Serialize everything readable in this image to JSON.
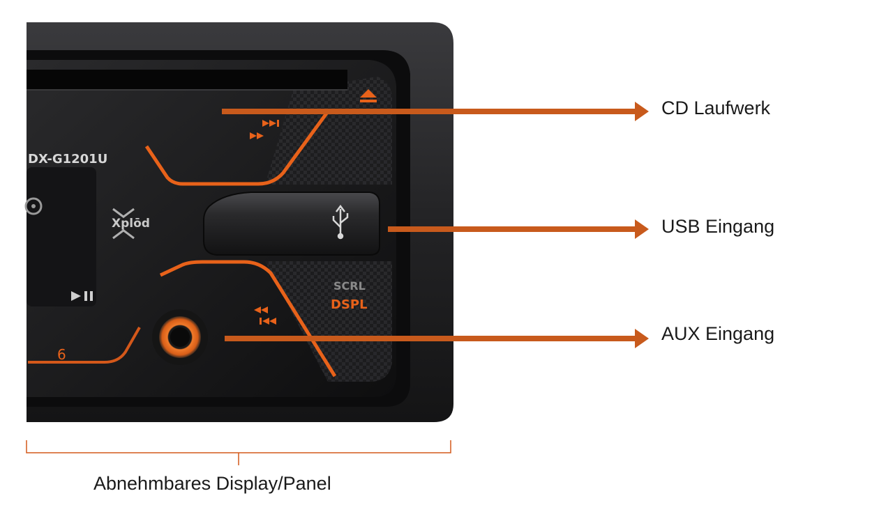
{
  "device": {
    "model": "DX-G1201U",
    "brand_logo": "Xplōd",
    "key_scrl": "SCRL",
    "key_dspl": "DSPL",
    "key_preset": "6",
    "accent_color": "#e86a1e",
    "body_color": "#1b1b1d",
    "arrow_color": "#c85a1c",
    "icons": [
      "usb-icon",
      "eject-icon",
      "next-track-icon",
      "fast-forward-icon",
      "rewind-icon",
      "previous-track-icon",
      "play-pause-icon",
      "disc-icon"
    ]
  },
  "callouts": {
    "cd": "CD Laufwerk",
    "usb": "USB Eingang",
    "aux": "AUX Eingang",
    "panel": "Abnehmbares Display/Panel"
  }
}
